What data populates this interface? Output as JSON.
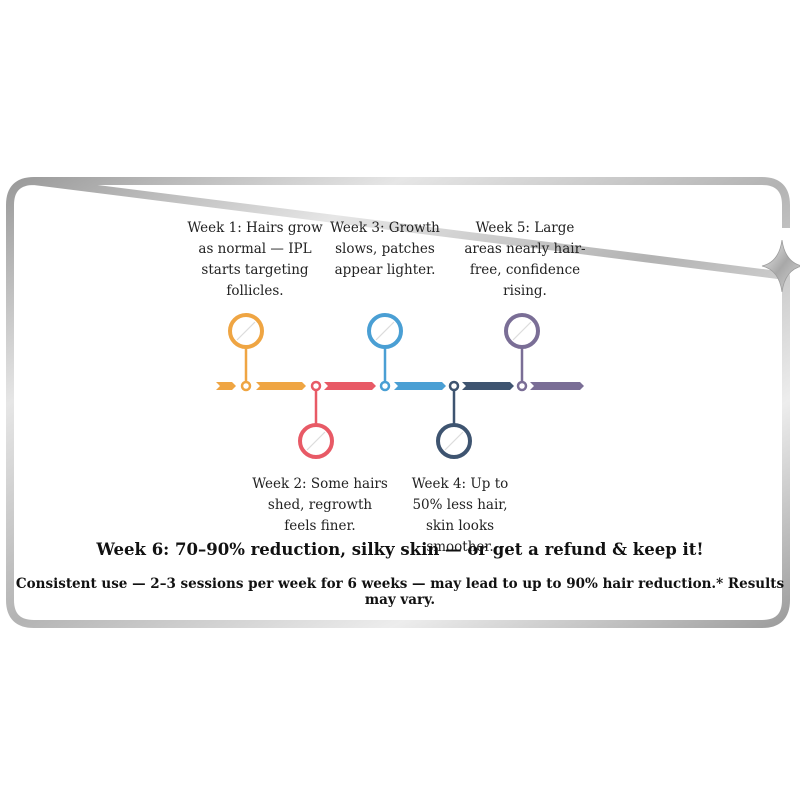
{
  "timeline": {
    "steps": [
      {
        "caption": "Week 1: Hairs grow as normal — IPL starts targeting follicles.",
        "color": "#efa543"
      },
      {
        "caption": "Week 2: Some hairs shed, regrowth feels finer.",
        "color": "#e85a66"
      },
      {
        "caption": "Week 3: Growth slows, patches appear lighter.",
        "color": "#4a9fd4"
      },
      {
        "caption": "Week 4: Up to 50% less hair, skin looks smoother.",
        "color": "#3e5470"
      },
      {
        "caption": "Week 5: Large areas nearly hair-free, confidence rising.",
        "color": "#7a6e96"
      }
    ]
  },
  "headline": "Week 6: 70–90% reduction, silky skin — or get a refund & keep it!",
  "disclaimer": "Consistent use — 2–3 sessions per week for 6 weeks — may lead to up to 90% hair reduction.* Results may vary.",
  "colors": {
    "frame": "#c4c4c4",
    "background": "#ffffff",
    "text": "#222222"
  },
  "icons": {
    "corner_decoration": "sparkle-icon"
  }
}
